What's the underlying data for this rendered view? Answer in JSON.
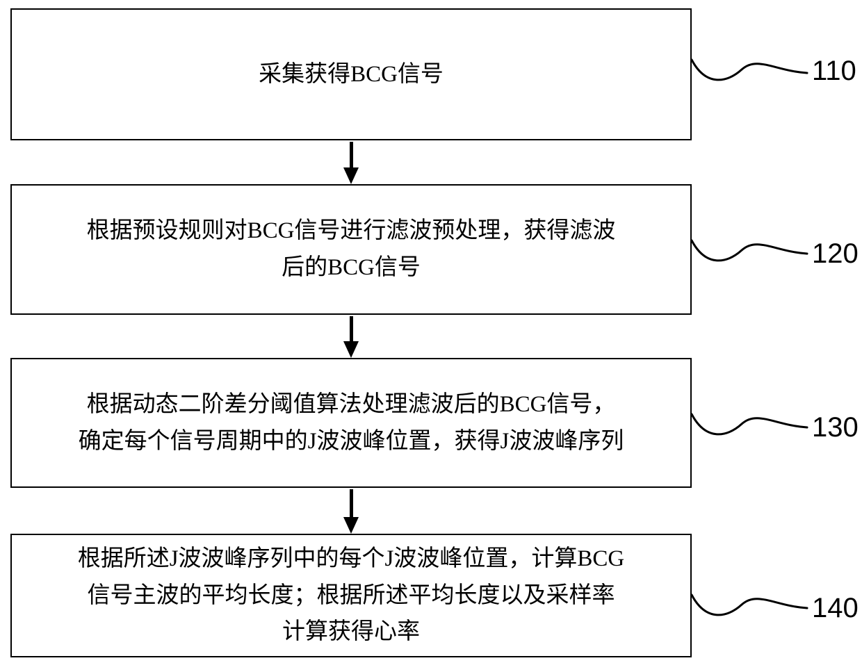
{
  "figure": {
    "background_color": "#ffffff",
    "line_color": "#000000"
  },
  "flow": {
    "steps": [
      {
        "ref": "110",
        "lines": {
          "0": "采集获得BCG信号"
        }
      },
      {
        "ref": "120",
        "lines": {
          "0": "根据预设规则对BCG信号进行滤波预处理，获得滤波",
          "1": "后的BCG信号"
        }
      },
      {
        "ref": "130",
        "lines": {
          "0": "根据动态二阶差分阈值算法处理滤波后的BCG信号，",
          "1": "确定每个信号周期中的J波波峰位置，获得J波波峰序列"
        }
      },
      {
        "ref": "140",
        "lines": {
          "0": "根据所述J波波峰序列中的每个J波波峰位置，计算BCG",
          "1": "信号主波的平均长度；根据所述平均长度以及采样率",
          "2": "计算获得心率"
        }
      }
    ]
  }
}
